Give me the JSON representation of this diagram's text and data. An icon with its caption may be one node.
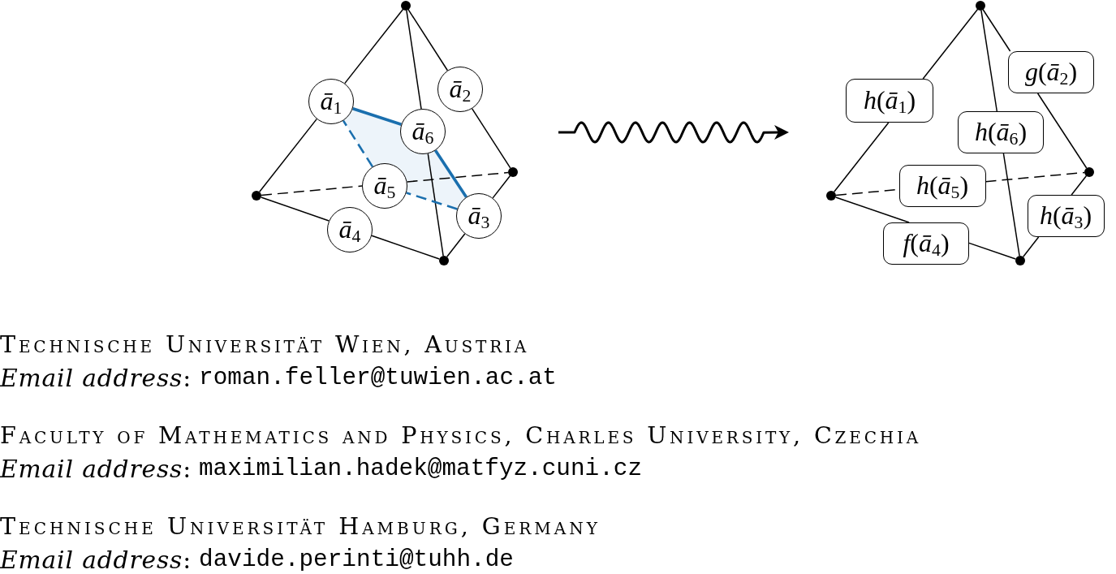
{
  "diagram": {
    "nodes": [
      {
        "text": [],
        "shape": "circle"
      },
      {
        "text": [
          "*ā*$_{1}$"
        ]
      },
      {
        "text": [
          "*ā*$_{2}$"
        ]
      },
      {
        "text": [
          "*ā*$_{6}$"
        ]
      },
      {
        "text": [],
        "shape": "circle"
      },
      {
        "text": [],
        "shape": "circle"
      },
      {
        "text": [
          "*ā*$_{5}$"
        ]
      },
      {
        "text": [
          "*ā*$_{3}$"
        ]
      },
      {
        "text": [
          "*ā*$_{4}$"
        ]
      },
      {
        "text": [],
        "shape": "circle"
      },
      {
        "text": [],
        "shape": "circle"
      },
      {
        "text": [
          "*g*(*ā*$_{2}$)"
        ]
      },
      {
        "text": [
          "*h*(*ā*$_{1}$)"
        ]
      },
      {
        "text": [
          "*h*(*ā*$_{6}$)"
        ]
      },
      {
        "text": [],
        "shape": "circle"
      },
      {
        "text": [
          "*h*(*ā*$_{5}$)"
        ]
      },
      {
        "text": [],
        "shape": "circle"
      },
      {
        "text": [
          "*h*(*ā*$_{3}$)"
        ]
      },
      {
        "text": [
          "*f*(*ā*$_{4}$)"
        ]
      },
      {
        "text": [],
        "shape": "circle"
      }
    ],
    "edges": [
      {
        "from": 0,
        "to": 1,
        "arrow": "none"
      },
      {
        "from": 1,
        "to": 5,
        "arrow": "none"
      },
      {
        "from": 0,
        "to": 2,
        "arrow": "none"
      },
      {
        "from": 2,
        "to": 4,
        "arrow": "none"
      },
      {
        "from": 0,
        "to": 3,
        "arrow": "none"
      },
      {
        "from": 3,
        "to": 9,
        "arrow": "none"
      },
      {
        "from": 5,
        "to": 6,
        "arrow": "none",
        "style": "dashed"
      },
      {
        "from": 6,
        "to": 4,
        "arrow": "none",
        "style": "dashed"
      },
      {
        "from": 5,
        "to": 8,
        "arrow": "none"
      },
      {
        "from": 8,
        "to": 9,
        "arrow": "none"
      },
      {
        "from": 4,
        "to": 7,
        "arrow": "none"
      },
      {
        "from": 7,
        "to": 9,
        "arrow": "none"
      },
      {
        "from": 1,
        "to": 3,
        "arrow": "none",
        "style": "thick",
        "color": "#1a6fae"
      },
      {
        "from": 3,
        "to": 7,
        "arrow": "none",
        "style": "thick",
        "color": "#1a6fae"
      },
      {
        "from": 7,
        "to": 6,
        "arrow": "none",
        "style": "dashed",
        "color": "#1a6fae"
      },
      {
        "from": 6,
        "to": 1,
        "arrow": "none",
        "style": "dashed",
        "color": "#1a6fae"
      },
      {
        "from": 10,
        "to": 12,
        "arrow": "none"
      },
      {
        "from": 12,
        "to": 16,
        "arrow": "none"
      },
      {
        "from": 10,
        "to": 11,
        "arrow": "none"
      },
      {
        "from": 11,
        "to": 14,
        "arrow": "none"
      },
      {
        "from": 10,
        "to": 13,
        "arrow": "none"
      },
      {
        "from": 13,
        "to": 19,
        "arrow": "none"
      },
      {
        "from": 16,
        "to": 15,
        "arrow": "none",
        "style": "dashed"
      },
      {
        "from": 15,
        "to": 14,
        "arrow": "none",
        "style": "dashed"
      },
      {
        "from": 16,
        "to": 18,
        "arrow": "none"
      },
      {
        "from": 18,
        "to": 19,
        "arrow": "none"
      },
      {
        "from": 14,
        "to": 17,
        "arrow": "none"
      },
      {
        "from": 17,
        "to": 19,
        "arrow": "none"
      }
    ],
    "labels": [
      "Technische Universität Wien, Austria",
      "*Email address*:",
      "roman.feller@tuwien.ac.at",
      "Faculty of Mathematics and Physics, Charles University, Czechia",
      "*Email address*:",
      "maximilian.hadek@matfyz.cuni.cz",
      "Technische Universität Hamburg, Germany",
      "*Email address*:",
      "davide.perinti@tuhh.de"
    ]
  }
}
